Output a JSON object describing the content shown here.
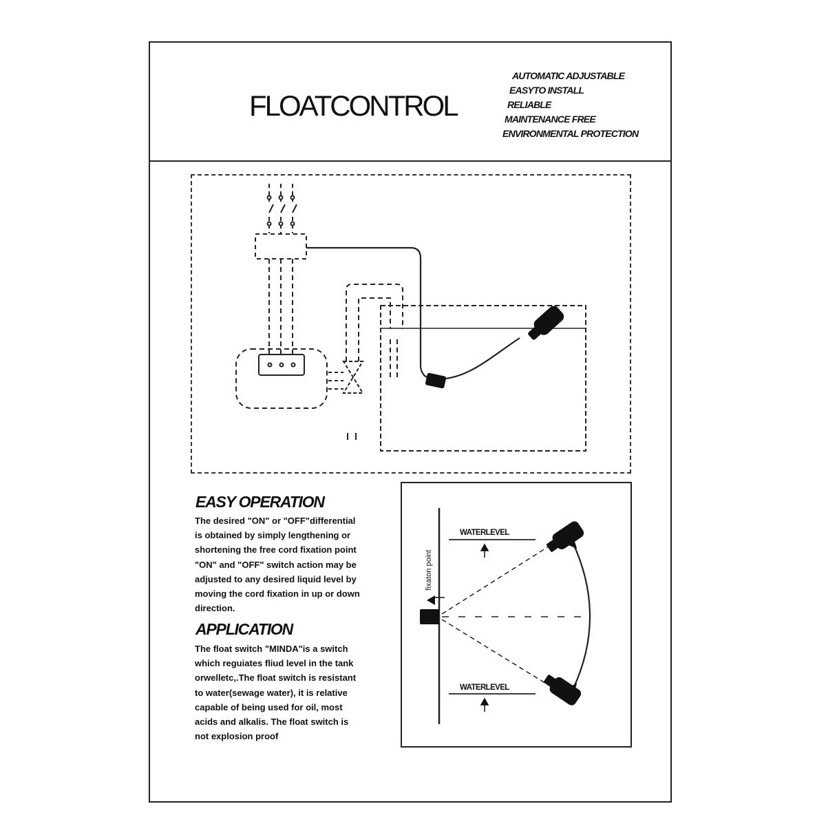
{
  "header": {
    "title": "FLOATCONTROL",
    "features": [
      "AUTOMATIC ADJUSTABLE",
      "EASYTO INSTALL",
      "RELIABLE",
      "MAINTENANCE FREE",
      "ENVIRONMENTAL PROTECTION"
    ]
  },
  "easy_operation": {
    "heading": "EASY OPERATION",
    "lines": [
      "The desired \"ON\" or \"OFF\"differential",
      "is obtained by simply lengthening or",
      "shortening the free cord fixation point",
      "\"ON\" and \"OFF\" switch action may be",
      "adjusted to any desired liquid level by",
      "moving the cord fixation in up or down",
      "direction."
    ]
  },
  "application": {
    "heading": "APPLICATION",
    "lines": [
      "The float  switch \"MINDA\"is a switch",
      "which reguiates fliud level in the tank",
      " orwelletc,.The float switch is resistant",
      "to water(sewage water), it is relative",
      "capable of being used for oil, most",
      "acids and alkalis. The float switch is",
      "not explosion proof"
    ]
  },
  "level_diagram": {
    "water_level_top": "WATERLEVEL",
    "water_level_bottom": "WATERLEVEL",
    "fixation_label": "fixaton point"
  }
}
